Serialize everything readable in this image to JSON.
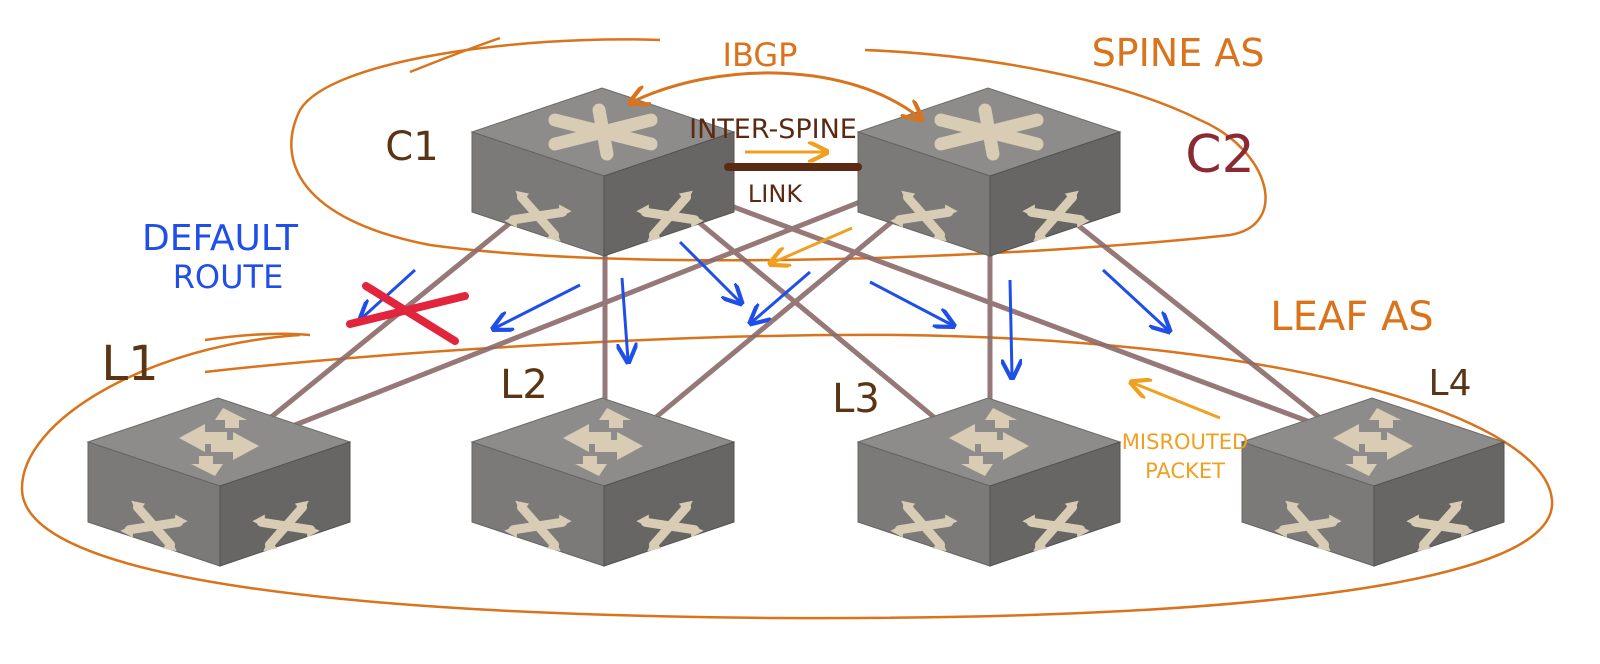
{
  "labels": {
    "ibgp": "IBGP",
    "spine_as": "SPINE AS",
    "leaf_as": "LEAF AS",
    "inter_spine": "INTER-SPINE",
    "link": "LINK",
    "default_route_line1": "DEFAULT",
    "default_route_line2": "ROUTE",
    "misrouted_line1": "MISROUTED",
    "misrouted_line2": "PACKET"
  },
  "nodes": {
    "spines": [
      {
        "id": "C1",
        "label": "C1"
      },
      {
        "id": "C2",
        "label": "C2"
      }
    ],
    "leaves": [
      {
        "id": "L1",
        "label": "L1"
      },
      {
        "id": "L2",
        "label": "L2"
      },
      {
        "id": "L3",
        "label": "L3"
      },
      {
        "id": "L4",
        "label": "L4"
      }
    ]
  },
  "colors": {
    "orange": "#d9731c",
    "amber": "#f0a020",
    "brown": "#5a3414",
    "maroon": "#8a2a34",
    "blue": "#1f4fe8",
    "red": "#e2243c",
    "link": "#8b6a6a",
    "switch_top": "#8e8c8a",
    "switch_front": "#7a7876",
    "switch_side": "#656361",
    "glyph": "#d8cdb4"
  },
  "icons": {
    "spine_switch": "layer3-switch-icon",
    "leaf_switch": "layer2-switch-icon",
    "failure_mark": "x-mark-icon"
  }
}
